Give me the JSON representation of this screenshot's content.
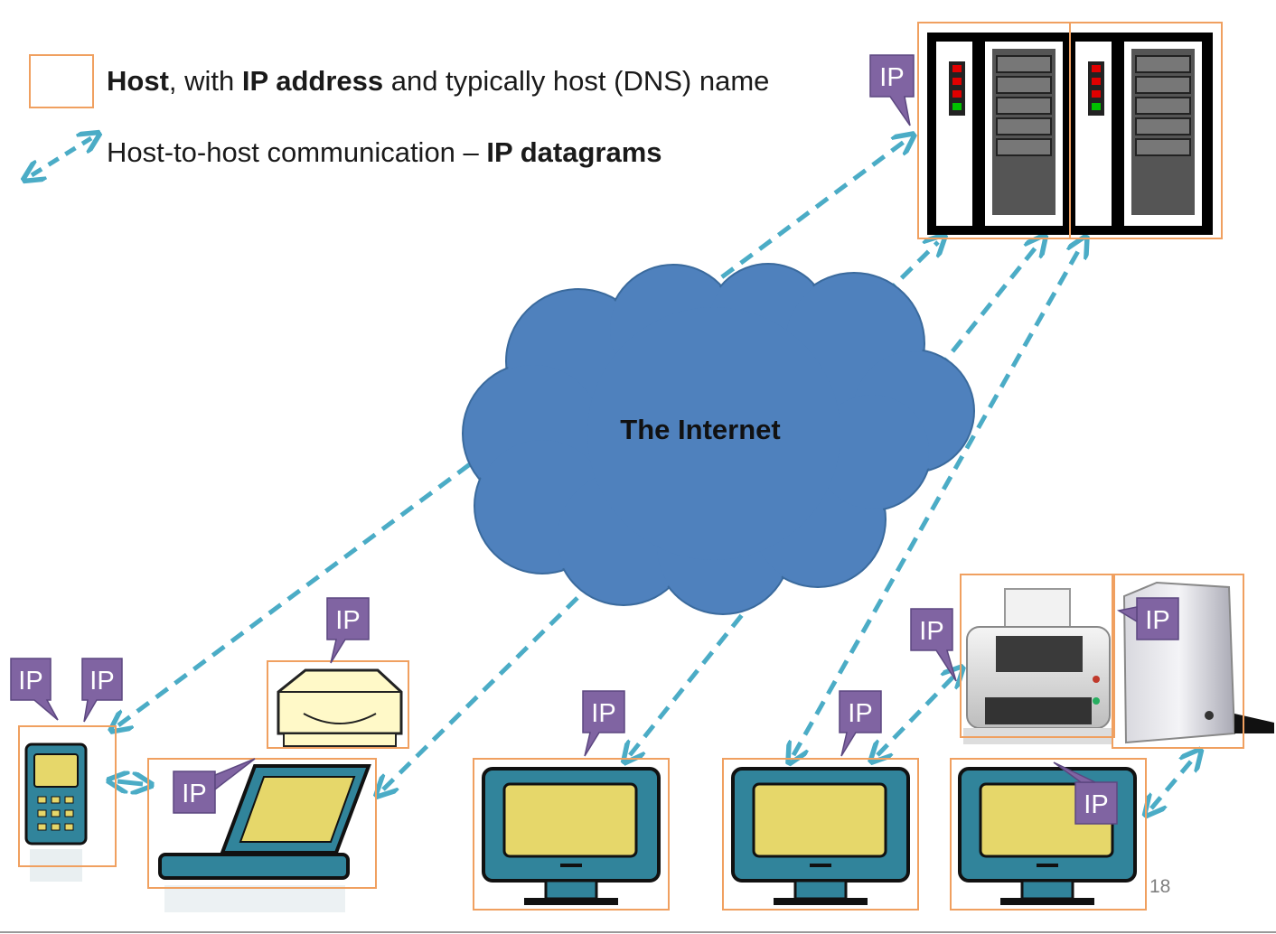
{
  "legend": {
    "host_part1": "Host",
    "host_part2": ", with ",
    "host_part3": "IP address",
    "host_part4": " and typically host (DNS) name",
    "comm_part1": "Host-to-host communication – ",
    "comm_part2": "IP datagrams"
  },
  "cloud_label": "The Internet",
  "ip_label": "IP",
  "slide_number": "18",
  "colors": {
    "host_box": "#f0a060",
    "arrow": "#4bacc6",
    "cloud": "#4f81bd",
    "ip_callout": "#8064a2",
    "device_teal": "#31849b",
    "screen_yellow": "#e6d76a"
  },
  "icons": [
    "server-rack-icon",
    "cloud-icon",
    "phone-icon",
    "laptop-icon",
    "disk-drive-icon",
    "monitor-icon",
    "printer-icon",
    "tower-pc-icon",
    "bidirectional-arrow-icon"
  ]
}
